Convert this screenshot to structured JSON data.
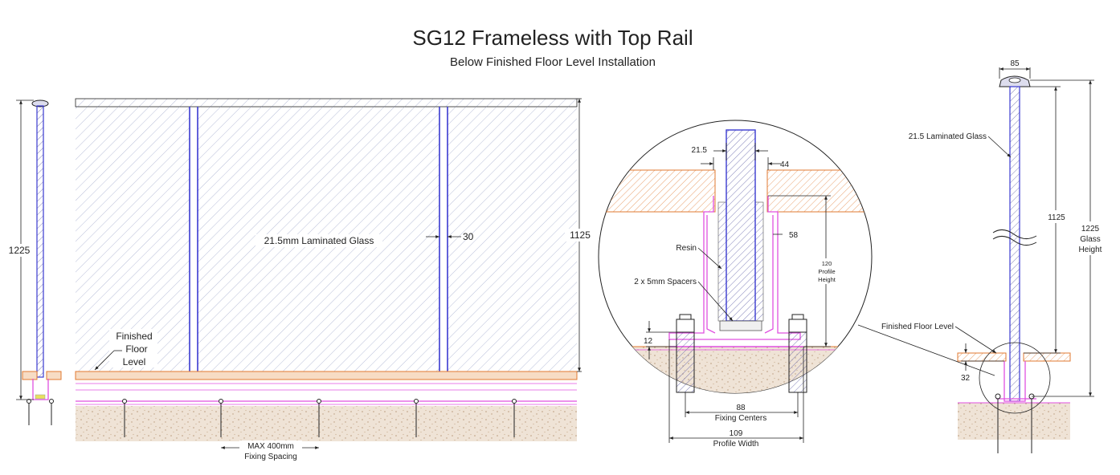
{
  "title": "SG12 Frameless with Top Rail",
  "subtitle": "Below Finished Floor Level Installation",
  "colors": {
    "glass_edge": "#3a3ad0",
    "profile": "#e050e0",
    "floor": "#e07a30",
    "floor_fill": "#f7dcc4",
    "hatch": "#9aa3c8",
    "concrete": "#efe3d6",
    "lines": "#222222"
  },
  "left_view": {
    "height_dim": "1225"
  },
  "elevation": {
    "glass_label": "21.5mm Laminated Glass",
    "gap_dim": "30",
    "height_dim": "1125",
    "floor_label": [
      "Finished",
      "Floor",
      "Level"
    ],
    "spacing_dim": "MAX 400mm",
    "spacing_label": "Fixing Spacing"
  },
  "detail": {
    "glass_dim": "21.5",
    "width_dim": "44",
    "side_dim": "58",
    "profile_height_dim": "120",
    "profile_height_label": [
      "Profile",
      "Height"
    ],
    "resin_label": "Resin",
    "spacers_label": "2 x 5mm Spacers",
    "base_dim": "12",
    "fixing_dim": "88",
    "fixing_label": "Fixing Centers",
    "profile_width_dim": "109",
    "profile_width_label": "Profile Width"
  },
  "side_view": {
    "rail_dim": "85",
    "glass_label": "21.5 Laminated Glass",
    "height_dim": "1125",
    "total_dim": "1225",
    "total_label": [
      "Glass",
      "Height"
    ],
    "floor_label": "Finished Floor Level",
    "depth_dim": "32"
  }
}
